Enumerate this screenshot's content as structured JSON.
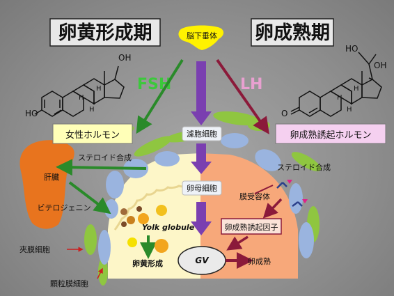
{
  "titles": {
    "left": "卵黄形成期",
    "right": "卵成熟期"
  },
  "pituitary": "脳下垂体",
  "hormones": {
    "fsh": "FSH",
    "lh": "LH"
  },
  "boxes": {
    "female_hormone": "女性ホルモン",
    "maturation_inducing_hormone": "卵成熟誘起ホルモン",
    "maturation_inducing_factor": "卵成熟誘起因子"
  },
  "cells": {
    "oogonium": "濾胞細胞",
    "oocyte": "卵母細胞",
    "gv": "GV"
  },
  "labels": {
    "steroid_left": "ステロイド合成",
    "steroid_right": "ステロイド合成",
    "liver": "肝臓",
    "vitellogenin": "ビテロジェニン",
    "yolk_globule": "Yolk globule",
    "vitellogenesis": "卵黄形成",
    "membrane_receptor": "膜受容体",
    "oocyte_maturation": "卵成熟",
    "theca_cell": "夾膜細胞",
    "granulosa_cell": "顆粒膜細胞"
  },
  "molecules": {
    "estradiol": {
      "oh_top": "OH",
      "ho_left": "HO",
      "h_labels": [
        "H",
        "H",
        "H"
      ]
    },
    "progestin": {
      "ho_top": "HO",
      "oh_side": "OH",
      "o_left": "O",
      "h_labels": [
        "H",
        "H",
        "H"
      ]
    }
  },
  "colors": {
    "background": "#8e8e8e",
    "fsh": "#2a8a2a",
    "lh": "#8b1a3a",
    "pituitary": "#fff200",
    "oocyte_left": "#fdf6c8",
    "oocyte_right": "#f7a87a",
    "liver": "#e8741e",
    "theca": "#8fc640",
    "granulosa": "#9ab4df",
    "central_arrow": "#7a3fb0"
  }
}
